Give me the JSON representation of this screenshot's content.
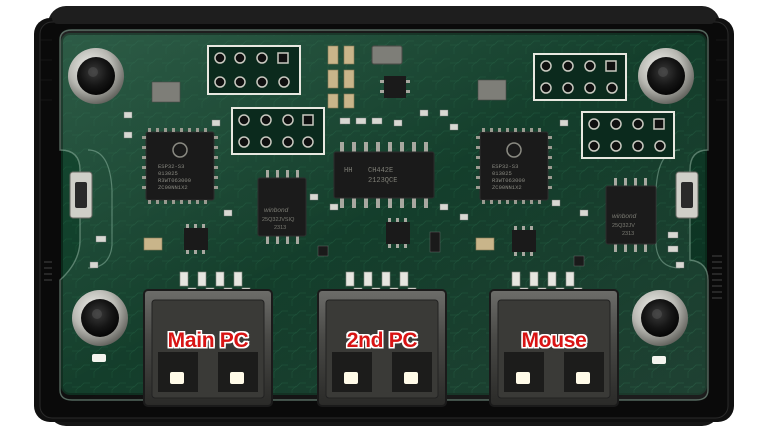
{
  "photo": {
    "subject": "USB switch PCB in black enclosure",
    "board_color": "#0f3d2a",
    "enclosure_color": "#111111",
    "accent_color": "#d81414"
  },
  "labels": {
    "port1": "Main PC",
    "port2": "2nd PC",
    "port3": "Mouse"
  },
  "chips": {
    "esp_left": {
      "lines": [
        "ESP32-S3",
        "013025",
        "R3WT063000",
        "ZC00NN1X2"
      ]
    },
    "esp_right": {
      "lines": [
        "ESP32-S3",
        "013025",
        "R3WT063000",
        "ZC00NN1X2"
      ]
    },
    "mux": {
      "lines": [
        "HH",
        "CH442E",
        "2123QCE"
      ]
    },
    "flash_left": {
      "lines": [
        "winbond",
        "25Q32JVSIQ",
        "2313"
      ]
    },
    "flash_right": {
      "lines": [
        "winbond",
        "25Q32JV",
        "2313"
      ]
    }
  }
}
